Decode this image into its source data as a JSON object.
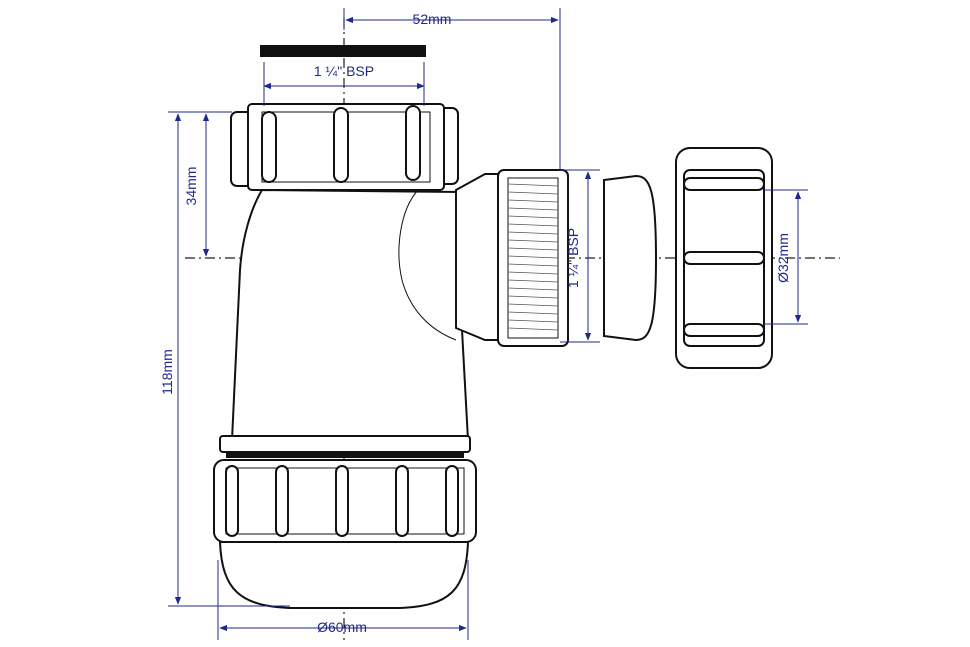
{
  "dimensions": {
    "offset_width": "52mm",
    "top_thread": "1 ¼\" BSP",
    "side_thread": "1 ¼\" BSP",
    "upper_height": "34mm",
    "total_height": "118mm",
    "outlet_diameter": "Ø32mm",
    "body_diameter": "Ø60mm"
  },
  "colors": {
    "dimension": "#1f2a8a",
    "outline": "#111111",
    "background": "#ffffff"
  }
}
